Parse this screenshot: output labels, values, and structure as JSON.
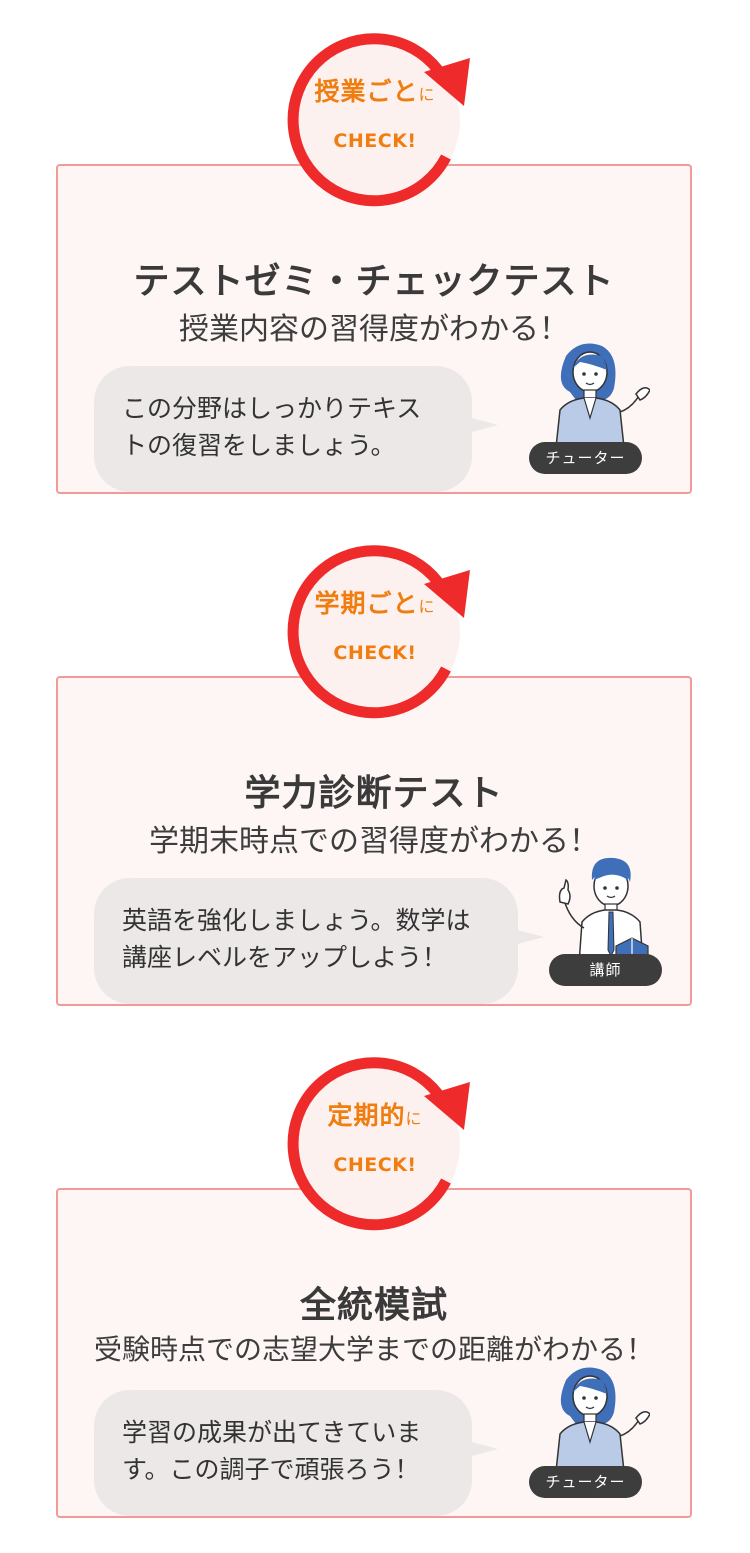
{
  "sections": [
    {
      "badge_main": "授業ごと",
      "badge_suffix": "に",
      "badge_check": "CHECK!",
      "title": "テストゼミ・チェックテスト",
      "subtitle": "授業内容の習得度がわかる！",
      "bubble_lines": [
        "この分野はしっかりテキス",
        "トの復習をしましょう。"
      ],
      "role": "チューター"
    },
    {
      "badge_main": "学期ごと",
      "badge_suffix": "に",
      "badge_check": "CHECK!",
      "title": "学力診断テスト",
      "subtitle": "学期末時点での習得度がわかる！",
      "bubble_lines": [
        "英語を強化しましょう。数学は",
        "講座レベルをアップしよう！"
      ],
      "role": "講師"
    },
    {
      "badge_main": "定期的",
      "badge_suffix": "に",
      "badge_check": "CHECK!",
      "title": "全統模試",
      "subtitle": "受験時点での志望大学までの距離がわかる！",
      "bubble_lines": [
        "学習の成果が出てきていま",
        "す。この調子で頑張ろう！"
      ],
      "role": "チューター"
    }
  ],
  "colors": {
    "ring": "#ee2a2a",
    "ring_fill": "#fdf1ef",
    "accent_text": "#f07d10",
    "card_border": "#f19a98",
    "card_bg": "#fdf6f4",
    "bubble": "#ebe8e7",
    "role_badge": "#3d3d3d"
  },
  "icons": [
    "female-tutor-icon",
    "male-teacher-icon"
  ]
}
